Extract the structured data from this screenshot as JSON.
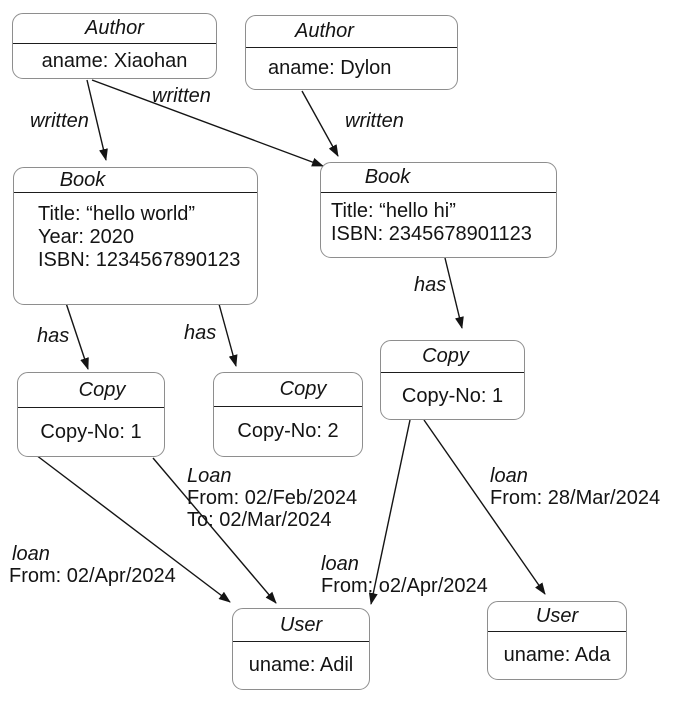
{
  "diagram": {
    "nodes": {
      "author1": {
        "title": "Author",
        "attr1": "aname: Xiaohan"
      },
      "author2": {
        "title": "Author",
        "attr1": "aname: Dylon"
      },
      "book1": {
        "title": "Book",
        "attr1": "Title: “hello world”",
        "attr2": "Year: 2020",
        "attr3": "ISBN: 1234567890123"
      },
      "book2": {
        "title": "Book",
        "attr1": "Title: “hello hi”",
        "attr2": "ISBN: 2345678901123"
      },
      "copy1": {
        "title": "Copy",
        "attr1": "Copy-No: 1"
      },
      "copy2": {
        "title": "Copy",
        "attr1": "Copy-No: 2"
      },
      "copy3": {
        "title": "Copy",
        "attr1": "Copy-No: 1"
      },
      "user1": {
        "title": "User",
        "attr1": "uname: Adil"
      },
      "user2": {
        "title": "User",
        "attr1": "uname: Ada"
      }
    },
    "edge_labels": {
      "written_left": {
        "name": "written"
      },
      "written_mid": {
        "name": "written"
      },
      "written_right": {
        "name": "written"
      },
      "has_left": {
        "name": "has"
      },
      "has_mid": {
        "name": "has"
      },
      "has_right": {
        "name": "has"
      },
      "loan_apr": {
        "name": "loan",
        "from": "From: 02/Apr/2024"
      },
      "loan_feb": {
        "name": "Loan",
        "from": "From: 02/Feb/2024",
        "to": "To: 02/Mar/2024"
      },
      "loan_o2apr": {
        "name": "loan",
        "from": "From: o2/Apr/2024"
      },
      "loan_mar": {
        "name": "loan",
        "from": "From: 28/Mar/2024"
      }
    },
    "colors": {
      "background": "#ffffff",
      "node_border": "#8e8e8e",
      "separator": "#1d1d1d",
      "edge_line": "#141414",
      "text": "#141414"
    }
  }
}
